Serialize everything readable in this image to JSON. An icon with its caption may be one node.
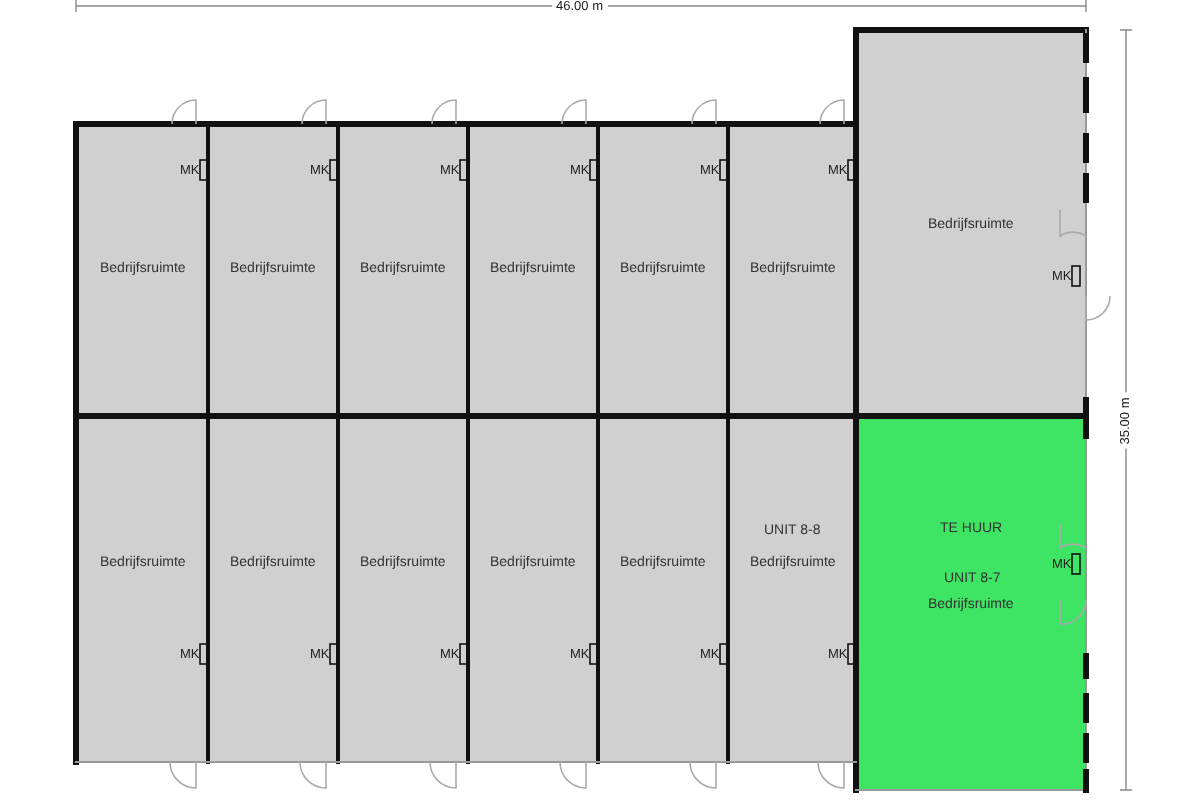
{
  "diagram": {
    "nodes": [
      {
        "text": [
          "Bedrijfsruimte"
        ]
      },
      {
        "text": [
          "Bedrijfsruimte"
        ]
      },
      {
        "text": [
          "Bedrijfsruimte"
        ]
      },
      {
        "text": [
          "Bedrijfsruimte"
        ]
      },
      {
        "text": [
          "Bedrijfsruimte"
        ]
      },
      {
        "text": [
          "Bedrijfsruimte"
        ]
      },
      {
        "text": [
          "Bedrijfsruimte"
        ]
      },
      {
        "text": [
          "Bedrijfsruimte"
        ]
      },
      {
        "text": [
          "Bedrijfsruimte"
        ]
      },
      {
        "text": [
          "Bedrijfsruimte"
        ]
      },
      {
        "text": [
          "Bedrijfsruimte"
        ]
      },
      {
        "text": [
          "Bedrijfsruimte"
        ]
      },
      {
        "text": [
          "UNIT 8-8",
          "Bedrijfsruimte"
        ]
      },
      {
        "text": [
          "TE HUUR",
          "UNIT 8-7",
          "Bedrijfsruimte"
        ]
      }
    ],
    "labels": [
      "46.00 m",
      "MK",
      "MK",
      "MK",
      "MK",
      "MK",
      "MK",
      "MK",
      "35.00 m",
      "MK",
      "MK",
      "MK",
      "MK",
      "MK",
      "MK",
      "MK"
    ]
  }
}
